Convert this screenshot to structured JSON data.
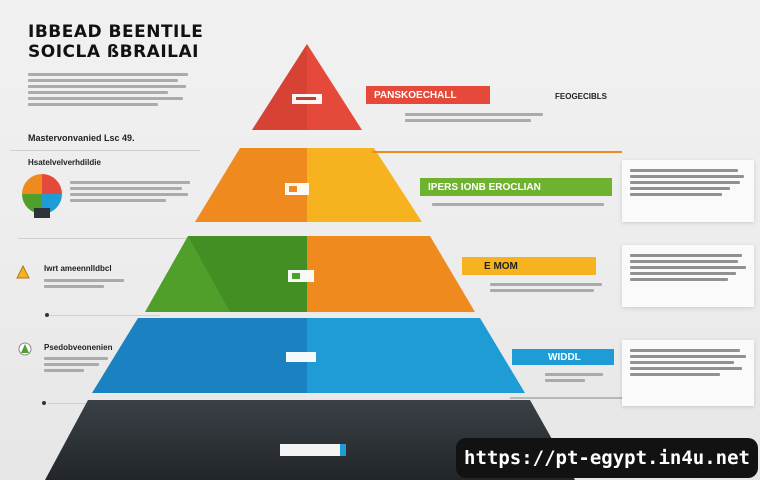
{
  "header": {
    "title_line1": "IBBEAD BEENTILE",
    "title_line2": "SOICLA ßBRAILAI"
  },
  "left": {
    "intro_label": "Mastervonvanied Lsc 49.",
    "section1_label": "Hsatelvelverhdildie",
    "section2_label": "Iwrt ameennlldbcl",
    "section3_label": "Psedobveonenien"
  },
  "banners": {
    "tier1": "PANSKOECHALL",
    "tier1_side": "FEOGECIBLS",
    "tier2": "IPERS IONB EROCLIAN",
    "tier3": "E MOM",
    "tier4": "WIDDL"
  },
  "colors": {
    "red": "#e5493a",
    "orange": "#ef8a1e",
    "yellow": "#f6b21f",
    "green": "#4f9f2a",
    "green_banner": "#6fb22f",
    "blue": "#1f9bd6",
    "blue_dark": "#1a82c0",
    "dark": "#2e3338"
  },
  "watermark": {
    "url": "https://pt-egypt.in4u.net"
  }
}
